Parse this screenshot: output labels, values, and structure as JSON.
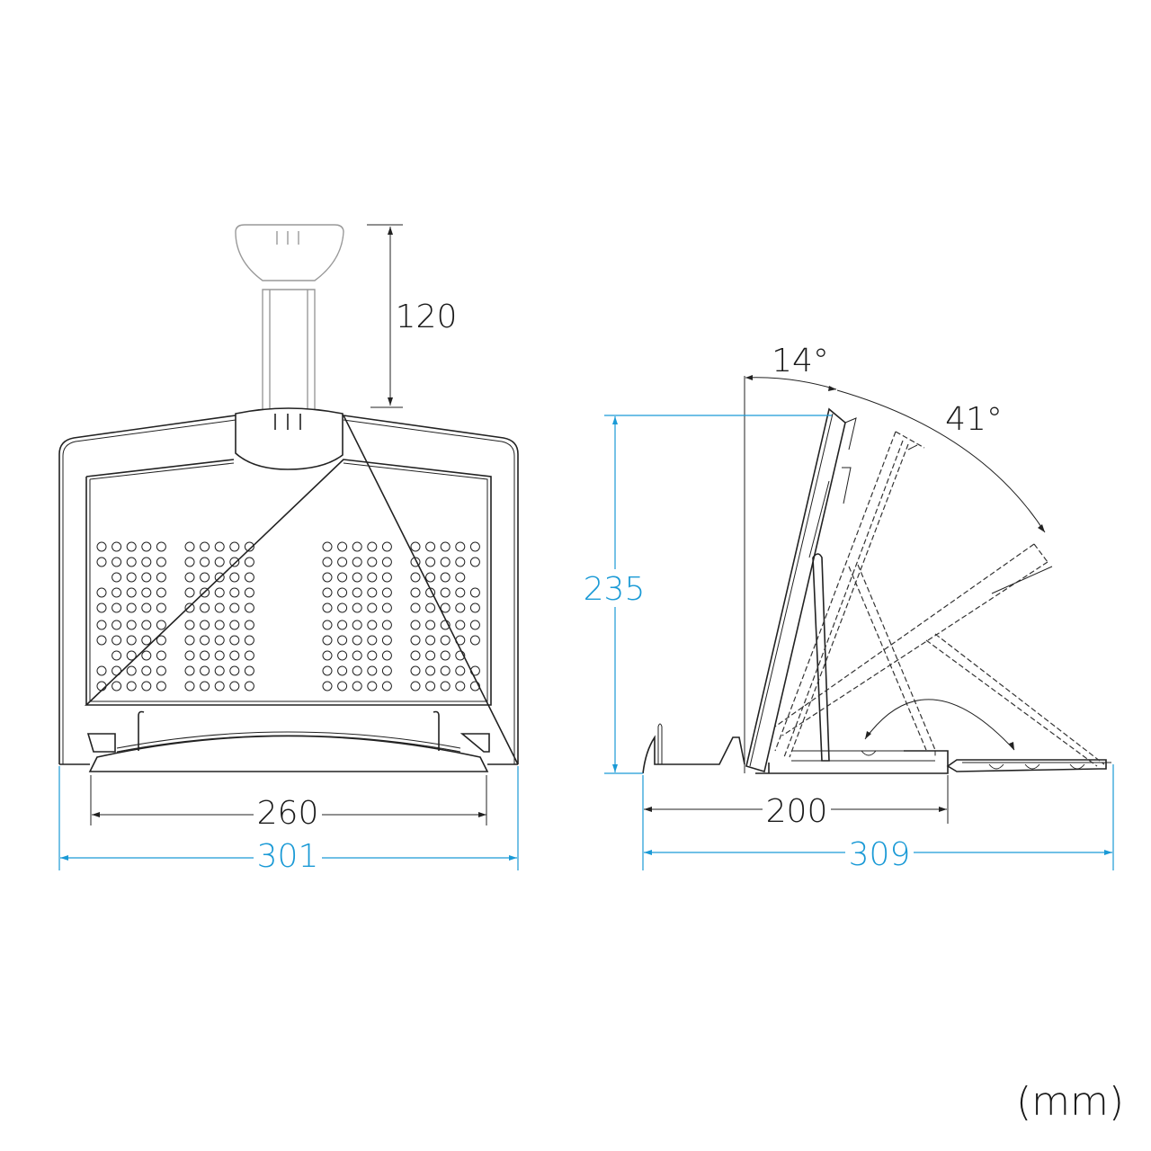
{
  "front_view": {
    "clip_height": "120",
    "inner_width": "260",
    "overall_width": "301"
  },
  "side_view": {
    "height": "235",
    "angle_min": "14°",
    "angle_range": "41°",
    "base_depth": "200",
    "overall_depth": "309"
  },
  "unit": "(mm)",
  "colors": {
    "dimension_blue": "#1a9ad6",
    "line": "#222222"
  }
}
